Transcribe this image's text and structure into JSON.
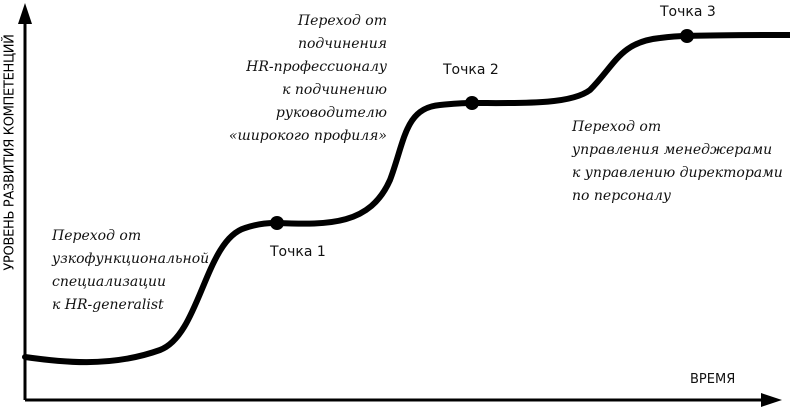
{
  "axes": {
    "y_label": "УРОВЕНЬ РАЗВИТИЯ КОМПЕТЕНЦИЙ",
    "x_label": "ВРЕМЯ"
  },
  "points": [
    {
      "label": "Точка 1"
    },
    {
      "label": "Точка 2"
    },
    {
      "label": "Точка 3"
    }
  ],
  "notes": [
    {
      "lines": [
        "Переход от",
        "узкофункциональной",
        "специализации",
        "к HR-generalist"
      ]
    },
    {
      "lines": [
        "Переход от",
        "подчинения",
        "HR-профессионалу",
        "к подчинению",
        "руководителю",
        "«широкого профиля»"
      ]
    },
    {
      "lines": [
        "Переход от",
        "управления менеджерами",
        "к управлению директорами",
        "по персоналу"
      ]
    }
  ],
  "colors": {
    "line": "#000000",
    "background": "#ffffff"
  }
}
